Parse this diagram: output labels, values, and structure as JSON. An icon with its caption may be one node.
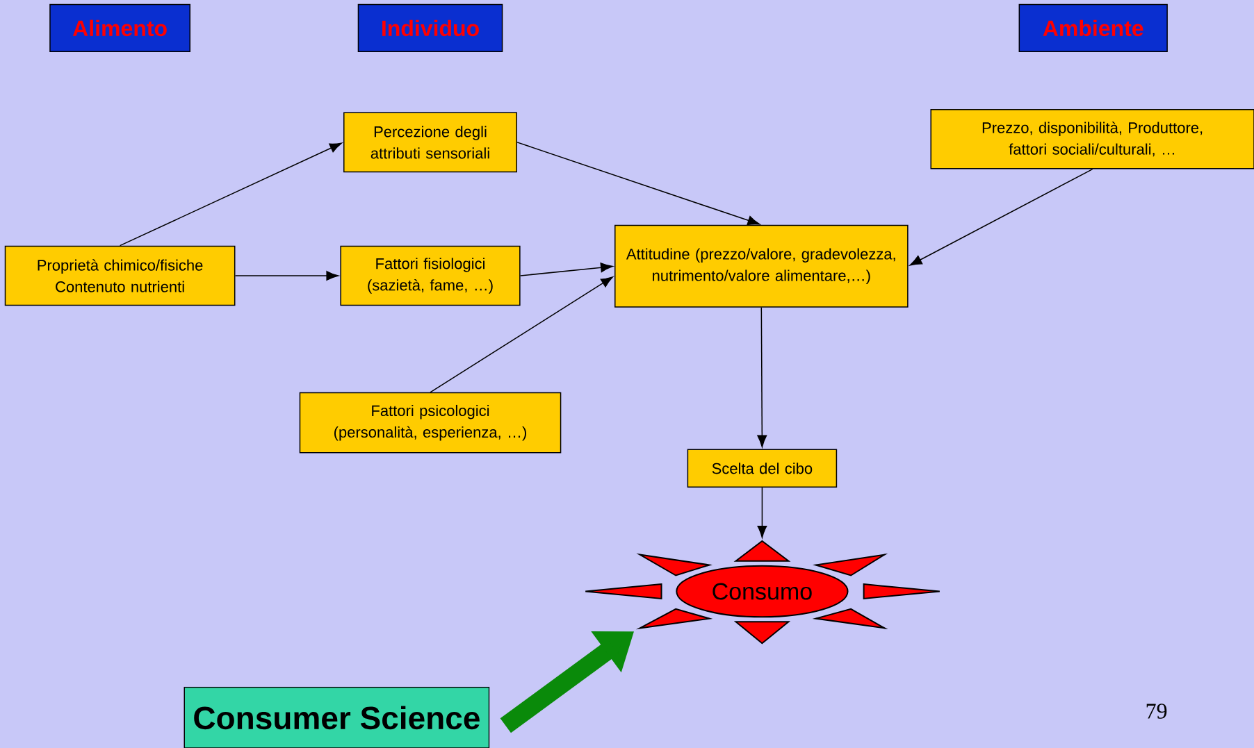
{
  "diagram": {
    "nodes": [
      {
        "text": [
          "Alimento"
        ]
      },
      {
        "text": [
          "Individuo"
        ]
      },
      {
        "text": [
          "Ambiente"
        ]
      },
      {
        "text": [
          "Percezione degli attributi sensoriali"
        ]
      },
      {
        "text": [
          "Prezzo, disponibilità, Produttore, fattori sociali/culturali, …"
        ]
      },
      {
        "text": [
          "Proprietà chimico/fisiche Contenuto nutrienti"
        ]
      },
      {
        "text": [
          "Fattori fisiologici (sazietà, fame, …)"
        ]
      },
      {
        "text": [
          "Attitudine (prezzo/valore, gradevolezza, nutrimento/valore alimentare,…)"
        ]
      },
      {
        "text": [
          "Fattori psicologici (personalità, esperienza, …)"
        ]
      },
      {
        "text": [
          "Scelta del cibo"
        ]
      },
      {
        "text": [
          "Consumo"
        ]
      },
      {
        "text": [
          "Consumer Science"
        ]
      }
    ],
    "edges": [
      {
        "from": 5,
        "to": 3,
        "arrow": "to"
      },
      {
        "from": 3,
        "to": 7,
        "arrow": "to"
      },
      {
        "from": 4,
        "to": 7,
        "arrow": "to"
      },
      {
        "from": 5,
        "to": 6,
        "arrow": "to"
      },
      {
        "from": 6,
        "to": 7,
        "arrow": "to"
      },
      {
        "from": 8,
        "to": 7,
        "arrow": "to"
      },
      {
        "from": 7,
        "to": 9,
        "arrow": "to"
      },
      {
        "from": 9,
        "to": 10,
        "arrow": "to"
      },
      {
        "from": 11,
        "to": 10,
        "arrow": "to",
        "style": "thick",
        "color": "#0a8a0a"
      }
    ],
    "labels": [
      "79"
    ]
  }
}
